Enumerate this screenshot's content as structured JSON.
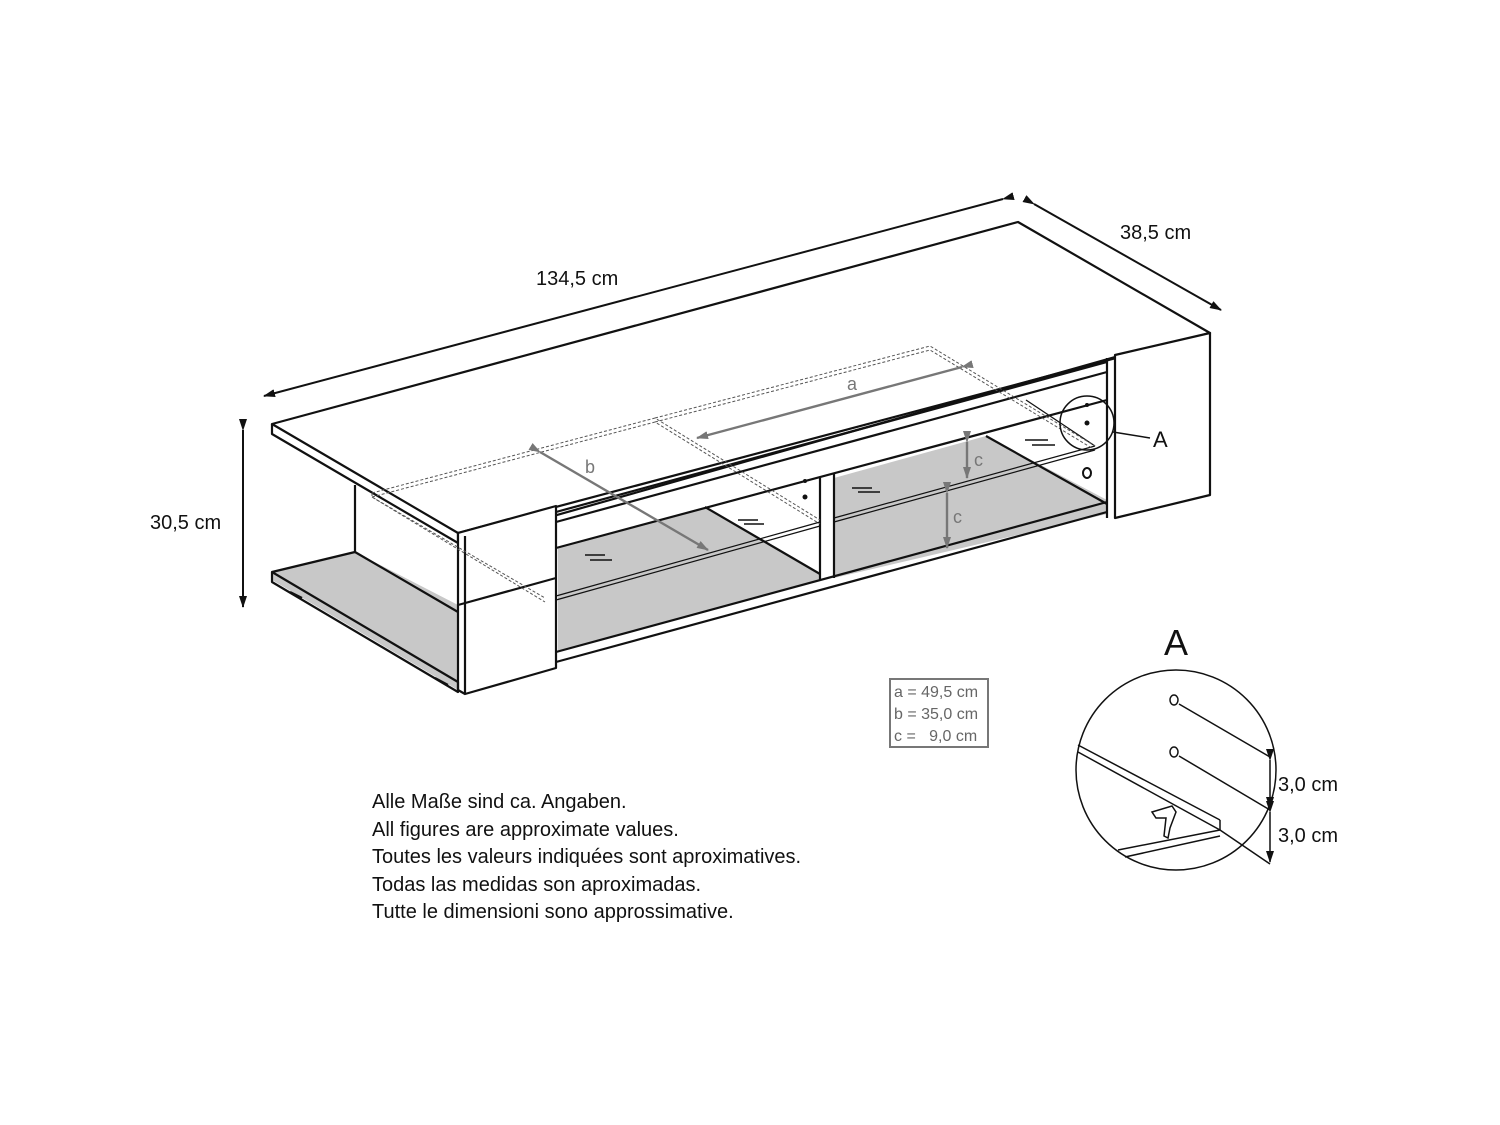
{
  "dimensions": {
    "length": "134,5 cm",
    "depth": "38,5 cm",
    "height": "30,5 cm"
  },
  "callouts": {
    "a": "a",
    "b": "b",
    "c1": "c",
    "c2": "c",
    "detail_marker": "A"
  },
  "legend": {
    "rows": [
      "a = 49,5 cm",
      "b = 35,0 cm",
      "c =   9,0 cm"
    ]
  },
  "detail": {
    "title": "A",
    "spacing_upper": "3,0 cm",
    "spacing_lower": "3,0 cm"
  },
  "notes": [
    "Alle Maße sind ca. Angaben.",
    "All figures are approximate values.",
    "Toutes les valeurs indiquées sont aproximatives.",
    "Todas las medidas son aproximadas.",
    "Tutte le dimensioni sono approssimative."
  ],
  "colors": {
    "line": "#111111",
    "shelf_fill": "#c8c8c8",
    "dim_gray": "#777777"
  }
}
